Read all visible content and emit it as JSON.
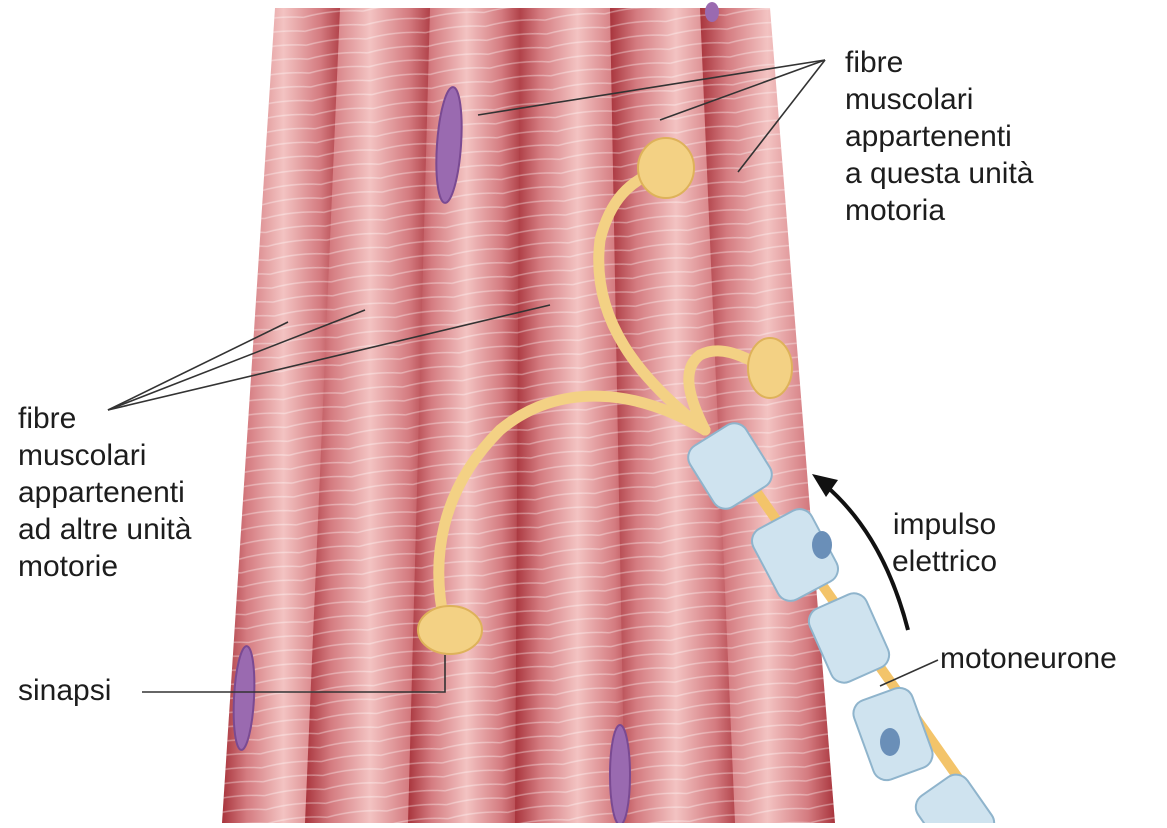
{
  "labels": {
    "fibers_this_unit": "fibre\nmuscolari\nappartenenti\na questa unità\nmotoria",
    "fibers_other_units": "fibre\nmuscolari\nappartenenti\nad altre unità\nmotorie",
    "impulse": "impulso\nelettrico",
    "motoneuron": "motoneurone",
    "synapse": "sinapsi"
  },
  "colors": {
    "muscle_dark": "#a8343c",
    "muscle_mid": "#cf6d73",
    "muscle_light": "#f3c3c2",
    "nucleus": "#9a6ab0",
    "nerve": "#f3d184",
    "myelin": "#cfe3ef",
    "leader": "#333333"
  }
}
